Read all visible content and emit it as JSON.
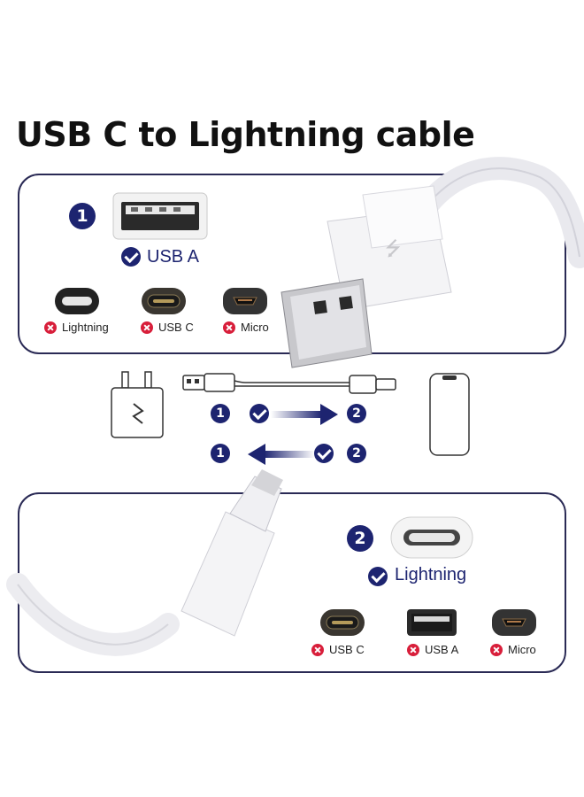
{
  "title": "USB C to Lightning cable",
  "top_panel": {
    "number": "1",
    "port_label": "USB A",
    "incompatible": [
      {
        "label": "Lightning",
        "icon": "lightning-port-icon"
      },
      {
        "label": "USB C",
        "icon": "usbc-port-icon"
      },
      {
        "label": "Micro",
        "icon": "micro-usb-port-icon"
      }
    ]
  },
  "bottom_panel": {
    "number": "2",
    "port_label": "Lightning",
    "incompatible": [
      {
        "label": "USB C",
        "icon": "usbc-port-icon"
      },
      {
        "label": "USB A",
        "icon": "usba-port-icon"
      },
      {
        "label": "Micro",
        "icon": "micro-usb-port-icon"
      }
    ]
  },
  "flow": {
    "row1": {
      "from": "1",
      "to": "2"
    },
    "row2": {
      "from": "1",
      "to": "2"
    }
  },
  "colors": {
    "navy": "#1d2470",
    "cross_red": "#d81e3a",
    "panel_border": "#2a2a55"
  }
}
